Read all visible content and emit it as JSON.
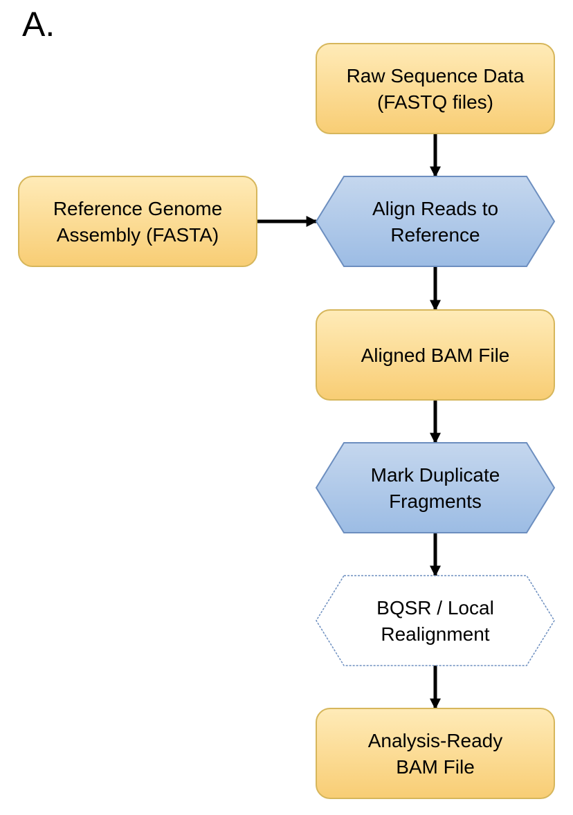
{
  "figure": {
    "panel_label": "A."
  },
  "nodes": {
    "raw_data": {
      "lines": [
        "Raw Sequence Data",
        "(FASTQ files)"
      ],
      "shape": "rounded-rectangle",
      "style": "data"
    },
    "reference": {
      "lines": [
        "Reference Genome",
        "Assembly (FASTA)"
      ],
      "shape": "rounded-rectangle",
      "style": "data"
    },
    "align": {
      "lines": [
        "Align Reads to",
        "Reference"
      ],
      "shape": "hexagon",
      "style": "process"
    },
    "aligned_bam": {
      "lines": [
        "Aligned BAM File"
      ],
      "shape": "rounded-rectangle",
      "style": "data"
    },
    "mark_dup": {
      "lines": [
        "Mark Duplicate",
        "Fragments"
      ],
      "shape": "hexagon",
      "style": "process"
    },
    "bqsr": {
      "lines": [
        "BQSR / Local",
        "Realignment"
      ],
      "shape": "hexagon",
      "style": "optional"
    },
    "analysis_ready": {
      "lines": [
        "Analysis-Ready",
        "BAM File"
      ],
      "shape": "rounded-rectangle",
      "style": "data"
    }
  },
  "edges": [
    {
      "from": "raw_data",
      "to": "align"
    },
    {
      "from": "reference",
      "to": "align"
    },
    {
      "from": "align",
      "to": "aligned_bam"
    },
    {
      "from": "aligned_bam",
      "to": "mark_dup"
    },
    {
      "from": "mark_dup",
      "to": "bqsr"
    },
    {
      "from": "bqsr",
      "to": "analysis_ready"
    }
  ],
  "colors": {
    "data_fill_top": "#FFEBB8",
    "data_fill_bottom": "#F8CD74",
    "data_stroke": "#D6B65B",
    "process_fill_top": "#C5D7EE",
    "process_fill_bottom": "#9CBCE4",
    "process_stroke": "#6C8EBF",
    "optional_fill": "#FFFFFF",
    "optional_stroke": "#6C8EBF",
    "arrow": "#000000"
  }
}
